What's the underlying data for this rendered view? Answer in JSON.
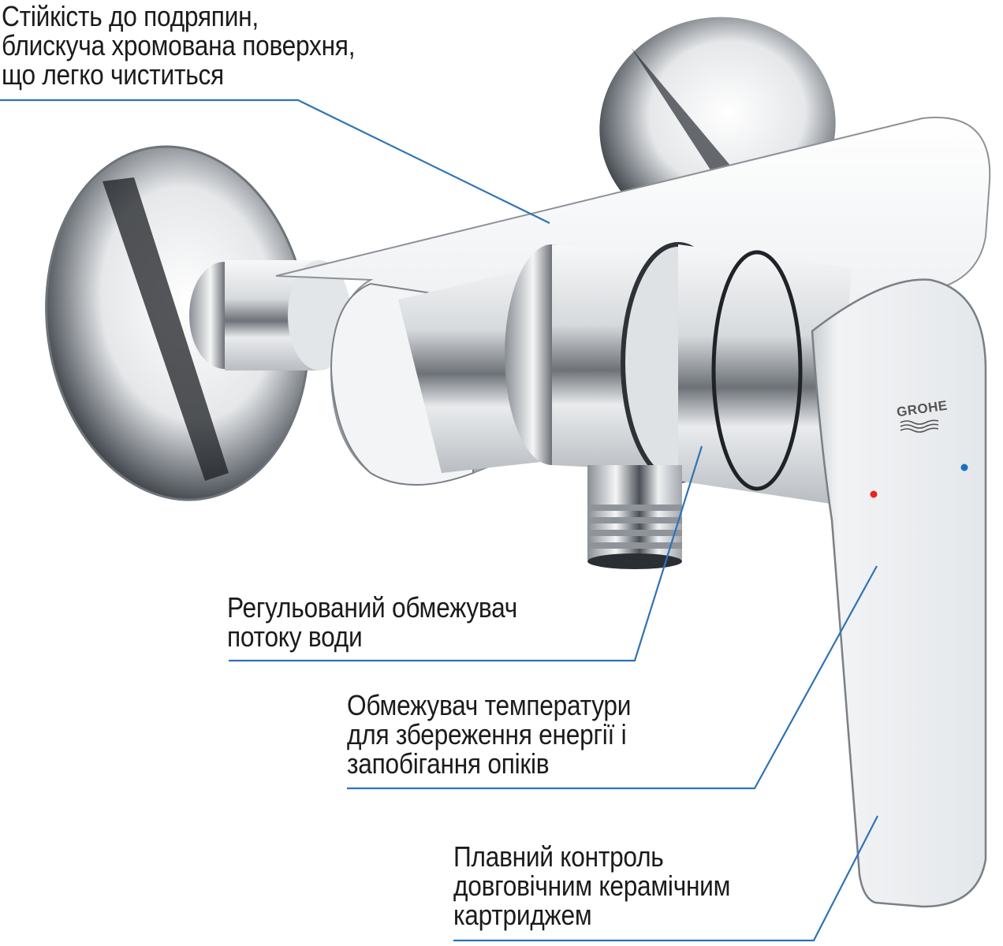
{
  "product": {
    "brand_logo": "GROHE",
    "description": "Chrome single-lever wall-mounted shower mixer",
    "hot_indicator_color": "#e52521",
    "cold_indicator_color": "#1a6fc4"
  },
  "callouts": [
    {
      "id": "scratch-resistance",
      "lines": [
        "Стійкість до подряпин,",
        "блискуча хромована поверхня,",
        "що легко чиститься"
      ]
    },
    {
      "id": "flow-limiter",
      "lines": [
        "Регульований обмежувач",
        "потоку води"
      ]
    },
    {
      "id": "temperature-limiter",
      "lines": [
        "Обмежувач температури",
        "для збереження енергії і",
        "запобігання опіків"
      ]
    },
    {
      "id": "ceramic-cartridge",
      "lines": [
        "Плавний контроль",
        "довговічним керамічним",
        "картриджем"
      ]
    }
  ],
  "style": {
    "leader_line_color": "#2f73b5",
    "text_color": "#1b1b1b",
    "background": "#ffffff"
  }
}
